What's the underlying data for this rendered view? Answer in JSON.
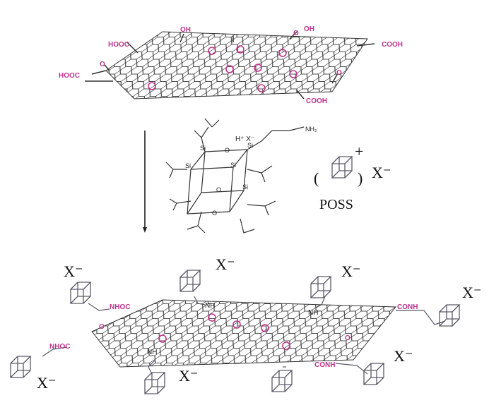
{
  "top_sheet": {
    "groups": [
      {
        "id": "cooh-left-top",
        "text": "HOOC"
      },
      {
        "id": "oh-top-1",
        "text": "OH"
      },
      {
        "id": "o-top-2",
        "text": "O"
      },
      {
        "id": "oh-top-3",
        "text": "OH"
      },
      {
        "id": "cooh-right",
        "text": "COOH"
      },
      {
        "id": "cooh-left-bottom",
        "text": "HOOC"
      },
      {
        "id": "o-left",
        "text": "O"
      },
      {
        "id": "o-right",
        "text": "O"
      },
      {
        "id": "cooh-bottom",
        "text": "COOH"
      }
    ]
  },
  "reagent": {
    "counter_ion": "H⁺ X⁻",
    "amine": "NH₂",
    "si_label": "Si",
    "o_label": "O",
    "poss_label": "POSS",
    "poss_charge": "+",
    "poss_anion": "X⁻",
    "open_paren": "(",
    "close_paren": ")"
  },
  "bottom_sheet": {
    "anion_label": "X⁻",
    "amide_nhoc": "NHOC",
    "amide_conh": "CONH",
    "nh": "NH",
    "o": "O"
  }
}
